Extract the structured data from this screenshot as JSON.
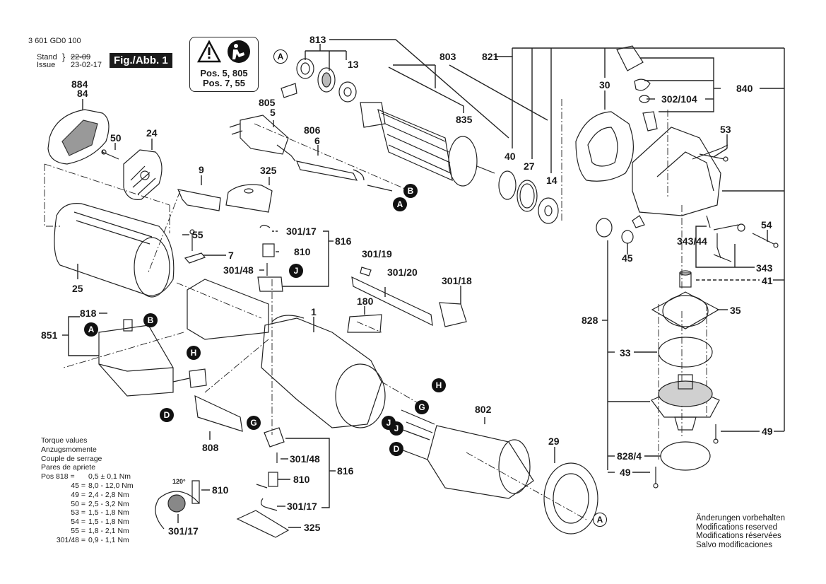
{
  "header": {
    "part_number": "3 601 GD0 100",
    "stand_label": "Stand",
    "issue_label": "Issue",
    "old_date": "22-09",
    "issue_date": "23-02-17",
    "figure_label": "Fig./Abb. 1"
  },
  "warning_box": {
    "icons": [
      "warning-triangle-icon",
      "read-manual-icon"
    ],
    "lines": [
      "Pos. 5, 805",
      "Pos. 7, 55"
    ]
  },
  "part_labels": {
    "p884": "884",
    "p84": "84",
    "p50": "50",
    "p24": "24",
    "p9": "9",
    "p325a": "325",
    "p805": "805",
    "p5": "5",
    "p806": "806",
    "p6": "6",
    "p813": "813",
    "p13": "13",
    "p803": "803",
    "p835": "835",
    "p821": "821",
    "p40": "40",
    "p27": "27",
    "p14": "14",
    "p30": "30",
    "p840": "840",
    "p302_104": "302/104",
    "p53": "53",
    "p54": "54",
    "p343_44": "343/44",
    "p343": "343",
    "p45": "45",
    "p41": "41",
    "p828": "828",
    "p35": "35",
    "p33": "33",
    "p49a": "49",
    "p828_4": "828/4",
    "p49b": "49",
    "p25": "25",
    "p55": "55",
    "p7": "7",
    "p301_17a": "301/17",
    "p810a": "810",
    "p301_48a": "301/48",
    "p816a": "816",
    "p301_19": "301/19",
    "p301_20": "301/20",
    "p301_18": "301/18",
    "p180": "180",
    "p1": "1",
    "p818": "818",
    "p851": "851",
    "p808": "808",
    "p301_48b": "301/48",
    "p810b": "810",
    "p816b": "816",
    "p301_17b": "301/17",
    "p325b": "325",
    "p810c": "810",
    "p301_17c": "301/17",
    "angle": "120°",
    "p802": "802",
    "p29": "29"
  },
  "callouts": {
    "A": "A",
    "B": "B",
    "D": "D",
    "G": "G",
    "H": "H",
    "J": "J"
  },
  "torque": {
    "title_lines": [
      "Torque values",
      "Anzugsmomente",
      "Couple de serrage",
      "Pares de apriete"
    ],
    "rows": [
      {
        "pos": "Pos 818 =",
        "value": "0,5 ± 0,1 Nm"
      },
      {
        "pos": "45 =",
        "value": "8,0 - 12,0 Nm"
      },
      {
        "pos": "49 =",
        "value": "2,4 - 2,8 Nm"
      },
      {
        "pos": "50 =",
        "value": "2,5 - 3,2 Nm"
      },
      {
        "pos": "53 =",
        "value": "1,5 - 1,8 Nm"
      },
      {
        "pos": "54 =",
        "value": "1,5 - 1,8 Nm"
      },
      {
        "pos": "55 =",
        "value": "1,8 - 2,1 Nm"
      },
      {
        "pos": "301/48 =",
        "value": "0,9 - 1,1 Nm"
      }
    ]
  },
  "notes": [
    "Änderungen vorbehalten",
    "Modifications reserved",
    "Modifications réservées",
    "Salvo modificaciones"
  ]
}
